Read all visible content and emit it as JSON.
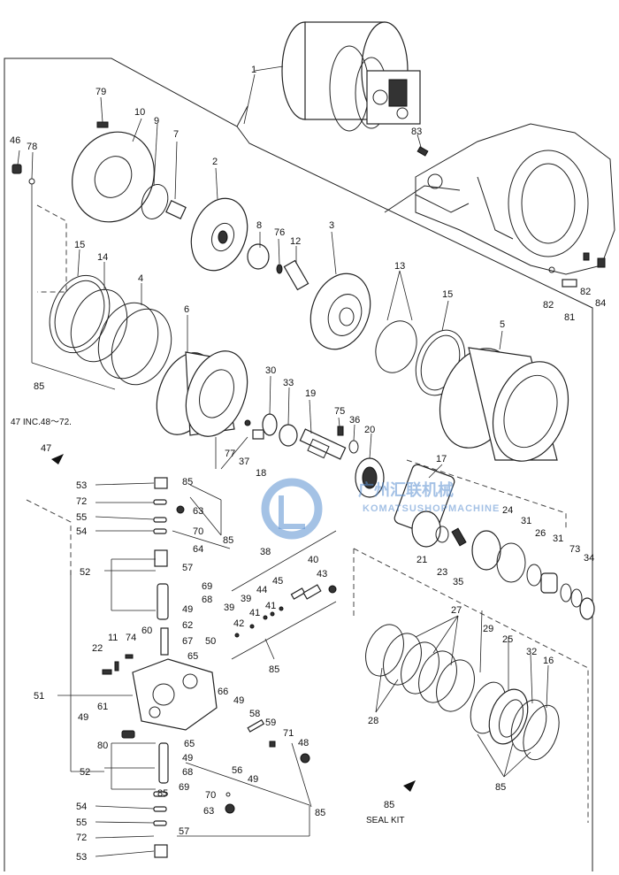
{
  "labels": {
    "p1": "1",
    "p2": "2",
    "p3": "3",
    "p4": "4",
    "p5": "5",
    "p6": "6",
    "p7": "7",
    "p8": "8",
    "p9": "9",
    "p10": "10",
    "p11": "11",
    "p12": "12",
    "p13": "13",
    "p14": "14",
    "p15a": "15",
    "p15b": "15",
    "p16": "16",
    "p17": "17",
    "p18": "18",
    "p19": "19",
    "p20": "20",
    "p21": "21",
    "p22": "22",
    "p23": "23",
    "p24": "24",
    "p25": "25",
    "p26": "26",
    "p27": "27",
    "p28": "28",
    "p29": "29",
    "p30": "30",
    "p31a": "31",
    "p31b": "31",
    "p32": "32",
    "p33": "33",
    "p34": "34",
    "p35": "35",
    "p36": "36",
    "p37": "37",
    "p38": "38",
    "p39a": "39",
    "p39b": "39",
    "p40": "40",
    "p41a": "41",
    "p41b": "41",
    "p42": "42",
    "p43": "43",
    "p44": "44",
    "p45": "45",
    "p46": "46",
    "p47": "47",
    "p48": "48",
    "p49a": "49",
    "p49b": "49",
    "p49c": "49",
    "p49d": "49",
    "p49e": "49",
    "p50": "50",
    "p51": "51",
    "p52a": "52",
    "p52b": "52",
    "p53a": "53",
    "p53b": "53",
    "p54a": "54",
    "p54b": "54",
    "p55a": "55",
    "p55b": "55",
    "p56": "56",
    "p57a": "57",
    "p57b": "57",
    "p58": "58",
    "p59": "59",
    "p60": "60",
    "p61": "61",
    "p62": "62",
    "p63a": "63",
    "p63b": "63",
    "p64": "64",
    "p65a": "65",
    "p65b": "65",
    "p66": "66",
    "p67": "67",
    "p68a": "68",
    "p68b": "68",
    "p69a": "69",
    "p69b": "69",
    "p70a": "70",
    "p70b": "70",
    "p71": "71",
    "p72a": "72",
    "p72b": "72",
    "p73": "73",
    "p74": "74",
    "p75": "75",
    "p76": "76",
    "p77": "77",
    "p78": "78",
    "p79": "79",
    "p80": "80",
    "p81": "81",
    "p82a": "82",
    "p82b": "82",
    "p83": "83",
    "p84": "84",
    "p85a": "85",
    "p85b": "85",
    "p85c": "85",
    "p85d": "85",
    "p85e": "85",
    "p85f": "85",
    "p85g": "85"
  },
  "notes": {
    "inc": "47 INC.48～72.",
    "seal_kit_num": "85",
    "seal_kit": "SEAL KIT"
  },
  "watermark": {
    "cn": "广州汇联机械",
    "en": "KOMATSUSHOPMACHINE",
    "logo_color": "#5a8fd0"
  }
}
